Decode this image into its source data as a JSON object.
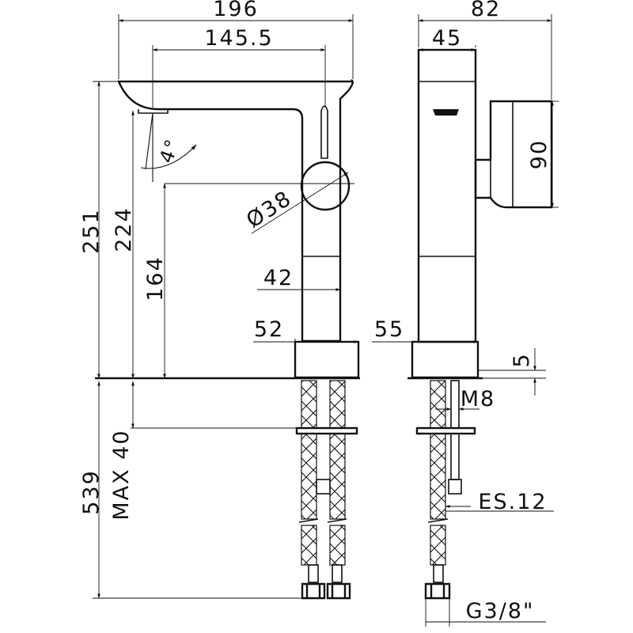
{
  "dimensions": {
    "top_total_width": "196",
    "spout_reach": "145.5",
    "side_total_depth": "82",
    "side_body_depth": "45",
    "total_height": "251",
    "height_224": "224",
    "height_164": "164",
    "lever_diameter": "Ø38",
    "angle": "4°",
    "body_width_42": "42",
    "base_width_52": "52",
    "side_base_55": "55",
    "handle_height_90": "90",
    "base_thickness_5": "5",
    "thread_m8": "M8",
    "below_deck_539": "539",
    "max_thickness": "MAX 40",
    "hose_es12": "ES.12",
    "connector_thread": "G3/8\""
  },
  "colors": {
    "line": "#111111",
    "background": "#ffffff"
  }
}
